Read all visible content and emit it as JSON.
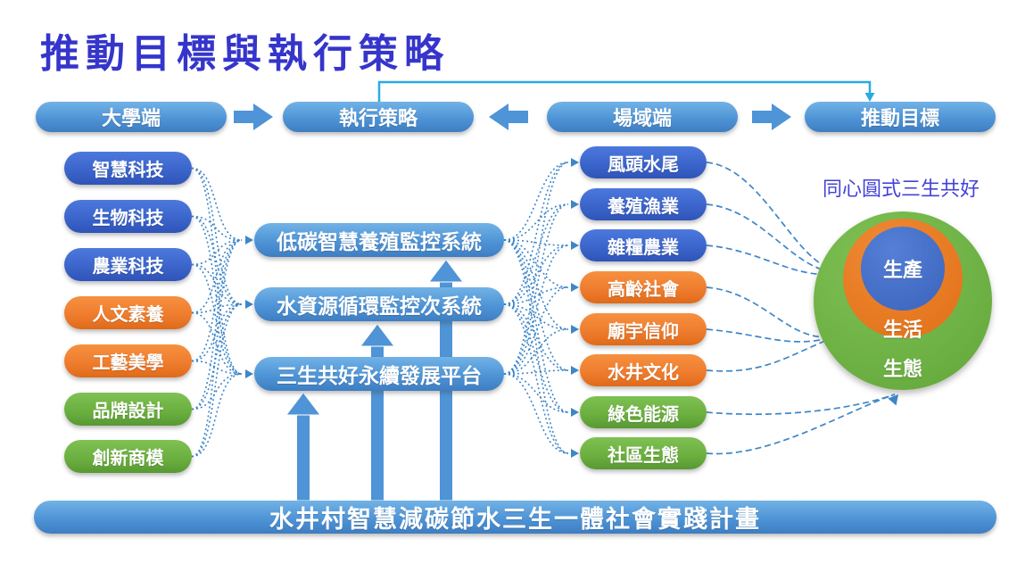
{
  "title": "推動目標與執行策略",
  "header": {
    "university": "大學端",
    "strategy": "執行策略",
    "field": "場域端",
    "goal": "推動目標"
  },
  "university_pills": [
    {
      "label": "智慧科技",
      "color": "blue"
    },
    {
      "label": "生物科技",
      "color": "blue"
    },
    {
      "label": "農業科技",
      "color": "blue"
    },
    {
      "label": "人文素養",
      "color": "orange"
    },
    {
      "label": "工藝美學",
      "color": "orange"
    },
    {
      "label": "品牌設計",
      "color": "green"
    },
    {
      "label": "創新商模",
      "color": "green"
    }
  ],
  "strategy_pills": [
    {
      "label": "低碳智慧養殖監控系統"
    },
    {
      "label": "水資源循環監控次系統"
    },
    {
      "label": "三生共好永續發展平台"
    }
  ],
  "field_pills": [
    {
      "label": "風頭水尾",
      "color": "blue",
      "target_ring": "production"
    },
    {
      "label": "養殖漁業",
      "color": "blue",
      "target_ring": "production"
    },
    {
      "label": "雜糧農業",
      "color": "blue",
      "target_ring": "production"
    },
    {
      "label": "高齡社會",
      "color": "orange",
      "target_ring": "life"
    },
    {
      "label": "廟宇信仰",
      "color": "orange",
      "target_ring": "life"
    },
    {
      "label": "水井文化",
      "color": "orange",
      "target_ring": "life"
    },
    {
      "label": "綠色能源",
      "color": "green",
      "target_ring": "ecology"
    },
    {
      "label": "社區生態",
      "color": "green",
      "target_ring": "ecology"
    }
  ],
  "concentric": {
    "caption": "同心圓式三生共好",
    "rings": [
      {
        "name": "ecology",
        "label": "生態",
        "color": "#6aae3e"
      },
      {
        "name": "life",
        "label": "生活",
        "color": "#e8781f"
      },
      {
        "name": "production",
        "label": "生產",
        "color": "#4170c8"
      }
    ]
  },
  "bottom_banner": "水井村智慧減碳節水三生一體社會實踐計畫",
  "colors": {
    "title": "#3535cb",
    "caption": "#4343d8",
    "steel_blue": "#4e94d6",
    "deep_blue": "#3a63c9",
    "orange": "#ee7b2d",
    "green": "#6aae3e",
    "connector_dotted": "#3e86c8",
    "connector_cyan": "#29abe2"
  }
}
